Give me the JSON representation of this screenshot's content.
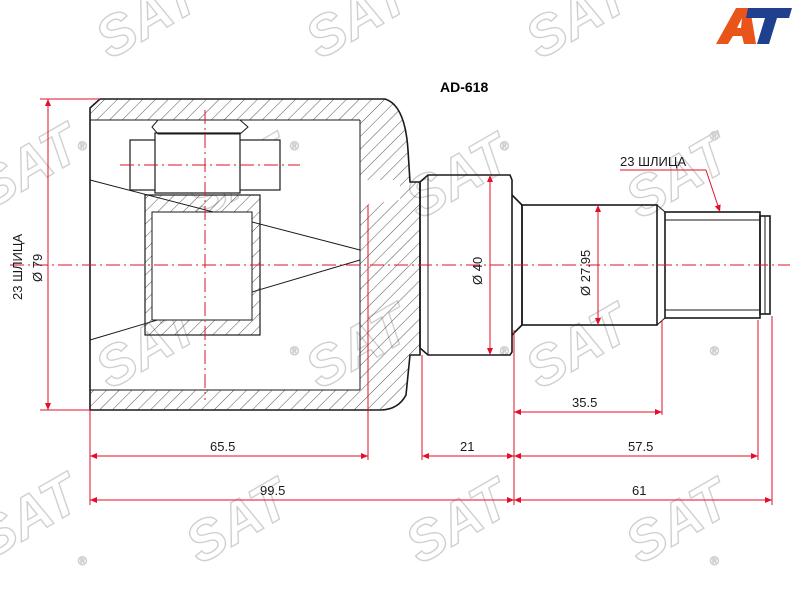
{
  "part_number": "AD-618",
  "watermark_text": "SAT",
  "watermark_mark": "®",
  "logo_text": "AT",
  "logo_colors": {
    "primary": "#e8541a",
    "secondary": "#1f3f8f"
  },
  "accent_color": "#e0102a",
  "labels": {
    "left_splines": "23 ШЛИЦА",
    "left_diameter": "Ø 79",
    "right_splines": "23 ШЛИЦА",
    "diameter_40": "Ø 40",
    "diameter_2795": "Ø 27.95"
  },
  "dimensions": {
    "d_65_5": "65.5",
    "d_21": "21",
    "d_57_5": "57.5",
    "d_35_5": "35.5",
    "d_99_5": "99.5",
    "d_61": "61"
  }
}
